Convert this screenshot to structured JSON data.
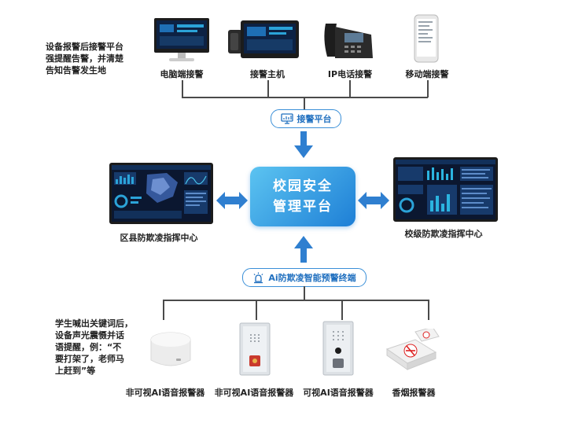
{
  "notes": {
    "top_left": [
      "设备报警后接警平台",
      "强提醒告警，并清楚",
      "告知告警发生地"
    ],
    "bottom_left": [
      "学生喊出关键词后，",
      "设备声光震慑并话",
      "语提醒，例：“不",
      "要打架了，老师马",
      "上赶到”等"
    ]
  },
  "top_devices": [
    {
      "label": "电脑端接警"
    },
    {
      "label": "接警主机"
    },
    {
      "label": "IP电话接警"
    },
    {
      "label": "移动端接警"
    }
  ],
  "pills": {
    "alarm_platform": "接警平台",
    "ai_terminal": "Ai防欺凌智能预警终端"
  },
  "center": {
    "line1": "校园安全",
    "line2": "管理平台"
  },
  "command_centers": {
    "left": "区县防欺凌指挥中心",
    "right": "校级防欺凌指挥中心"
  },
  "bottom_devices": [
    {
      "label": "非可视AI语音报警器"
    },
    {
      "label": "非可视AI语音报警器"
    },
    {
      "label": "可视AI语音报警器"
    },
    {
      "label": "香烟报警器"
    }
  ],
  "colors": {
    "accent": "#1f6fbf",
    "arrow": "#2f7fd0",
    "center_gradient_start": "#5cc4f1",
    "center_gradient_end": "#1e7fd6"
  }
}
